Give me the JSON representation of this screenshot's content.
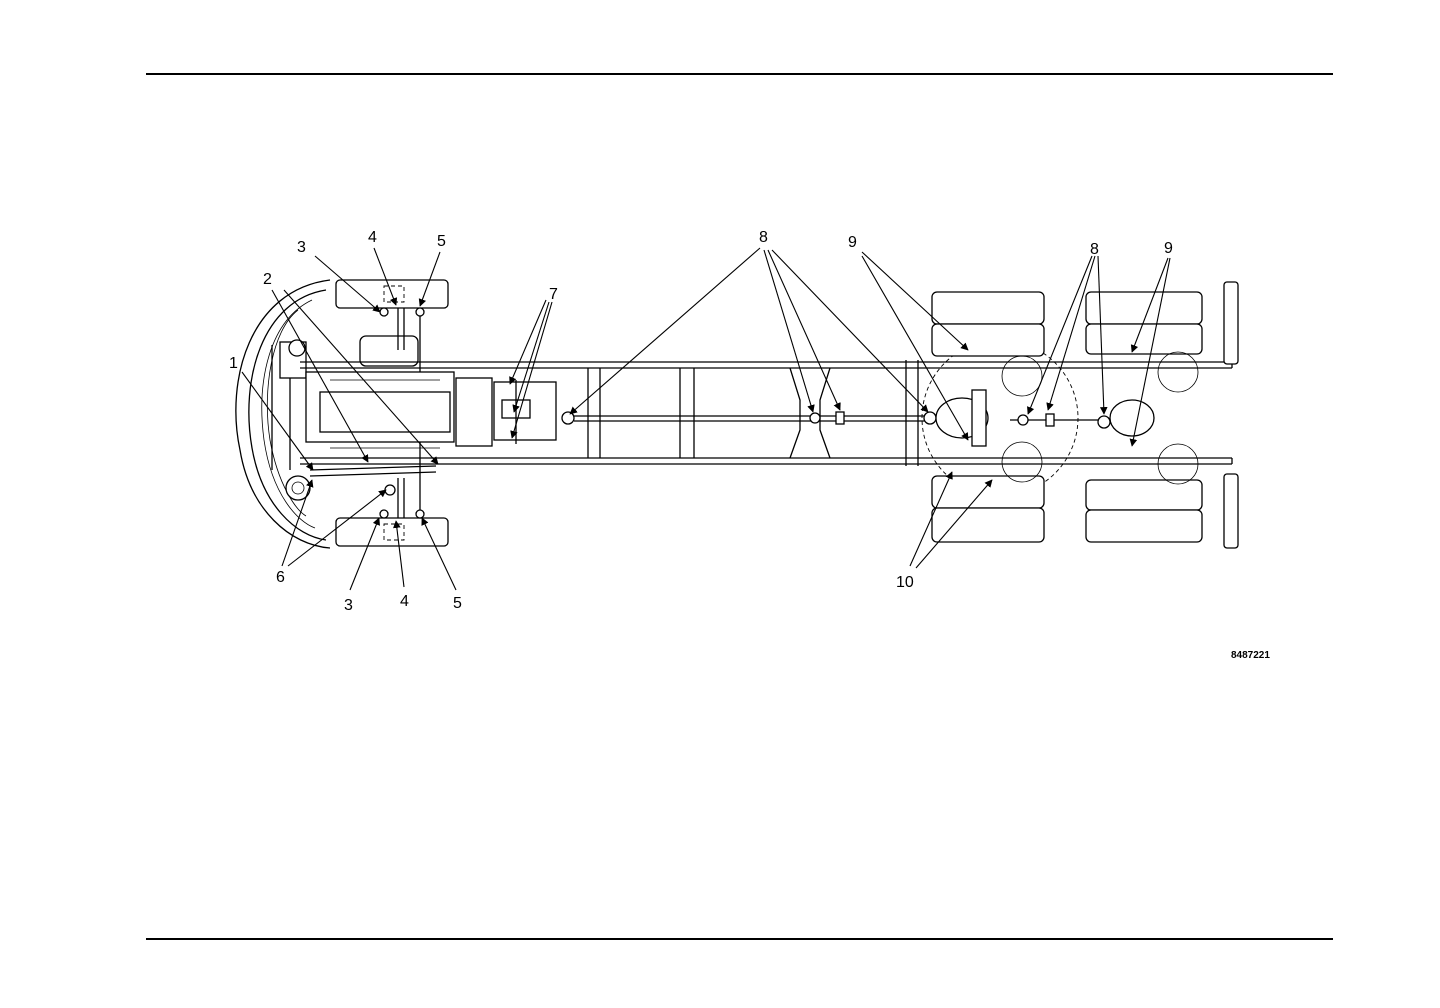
{
  "figure_id": "8487221",
  "callouts": [
    {
      "id": "c1",
      "text": "1"
    },
    {
      "id": "c2",
      "text": "2"
    },
    {
      "id": "c3a",
      "text": "3"
    },
    {
      "id": "c4a",
      "text": "4"
    },
    {
      "id": "c5a",
      "text": "5"
    },
    {
      "id": "c3b",
      "text": "3"
    },
    {
      "id": "c4b",
      "text": "4"
    },
    {
      "id": "c5b",
      "text": "5"
    },
    {
      "id": "c6",
      "text": "6"
    },
    {
      "id": "c7",
      "text": "7"
    },
    {
      "id": "c8a",
      "text": "8"
    },
    {
      "id": "c9a",
      "text": "9"
    },
    {
      "id": "c8b",
      "text": "8"
    },
    {
      "id": "c9b",
      "text": "9"
    },
    {
      "id": "c10",
      "text": "10"
    }
  ]
}
